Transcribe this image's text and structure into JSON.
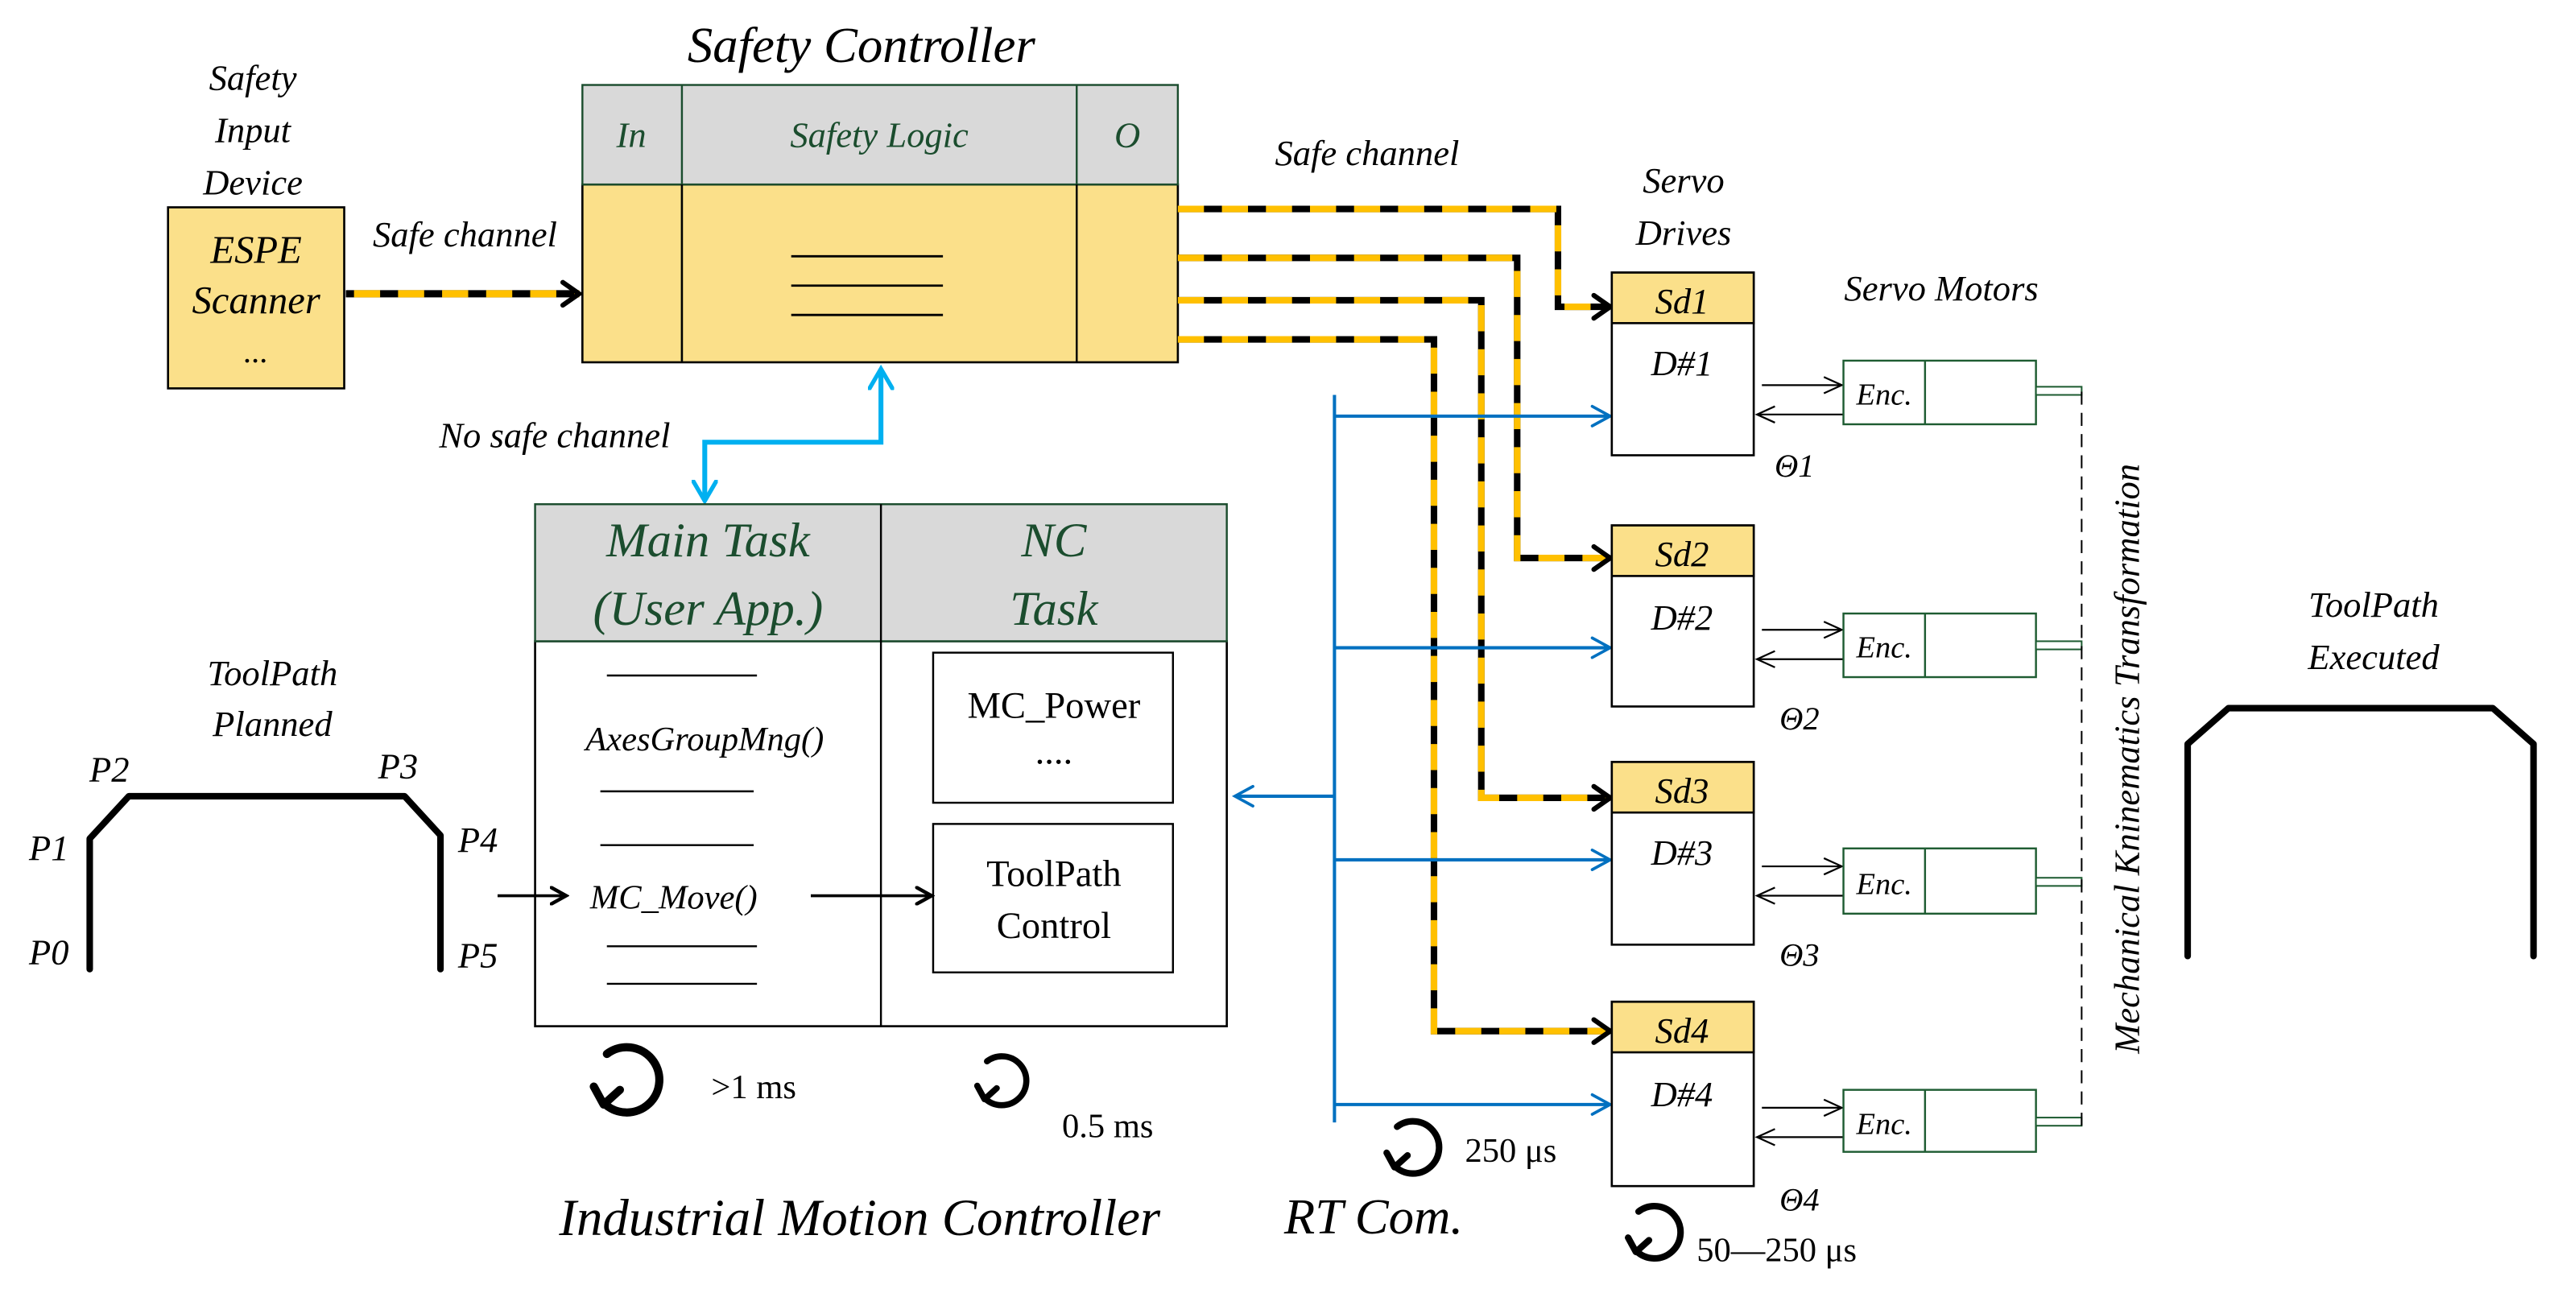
{
  "colors": {
    "yellow_fill": "#fbe08a",
    "safe_dash_yellow": "#ffc000",
    "header_gray": "#d9d9d9",
    "header_text_green": "#1b4d2e",
    "rt_blue": "#0070c0",
    "no_safe_blue": "#00b0f0",
    "motor_green": "#1e5c32"
  },
  "safety_input_device": {
    "label_lines": [
      "Safety",
      "Input",
      "Device"
    ],
    "box_lines": [
      "ESPE",
      "Scanner",
      "..."
    ],
    "channel_label": "Safe channel"
  },
  "safety_controller": {
    "title": "Safety Controller",
    "col_in": "In",
    "col_logic": "Safety Logic",
    "col_out": "O",
    "output_channel_label": "Safe channel"
  },
  "no_safe_channel_label": "No safe channel",
  "motion_controller": {
    "title": "Industrial Motion Controller",
    "main_task_lines": [
      "Main Task",
      "(User App.)"
    ],
    "nc_task_lines": [
      "NC",
      "Task"
    ],
    "main_task_calls": [
      "AxesGroupMng()",
      "MC_Move()"
    ],
    "nc_blocks": [
      {
        "lines": [
          "MC_Power",
          "...."
        ]
      },
      {
        "lines": [
          "ToolPath",
          "Control"
        ]
      }
    ],
    "cycle_main": ">1 ms",
    "cycle_nc": "0.5 ms"
  },
  "toolpath_planned": {
    "label_lines": [
      "ToolPath",
      "Planned"
    ],
    "points": [
      "P0",
      "P1",
      "P2",
      "P3",
      "P4",
      "P5"
    ]
  },
  "rt_com": {
    "label": "RT Com.",
    "cycle": "250 μs"
  },
  "servo_drives": {
    "label_lines": [
      "Servo",
      "Drives"
    ],
    "drives": [
      {
        "safety": "Sd1",
        "name": "D#1",
        "angle": "Θ1"
      },
      {
        "safety": "Sd2",
        "name": "D#2",
        "angle": "Θ2"
      },
      {
        "safety": "Sd3",
        "name": "D#3",
        "angle": "Θ3"
      },
      {
        "safety": "Sd4",
        "name": "D#4",
        "angle": "Θ4"
      }
    ],
    "cycle": "50—250 μs"
  },
  "servo_motors": {
    "label": "Servo Motors",
    "encoder_label": "Enc."
  },
  "kinematics_label": "Mechanical Kninematics Transformation",
  "toolpath_executed": {
    "label_lines": [
      "ToolPath",
      "Executed"
    ]
  }
}
